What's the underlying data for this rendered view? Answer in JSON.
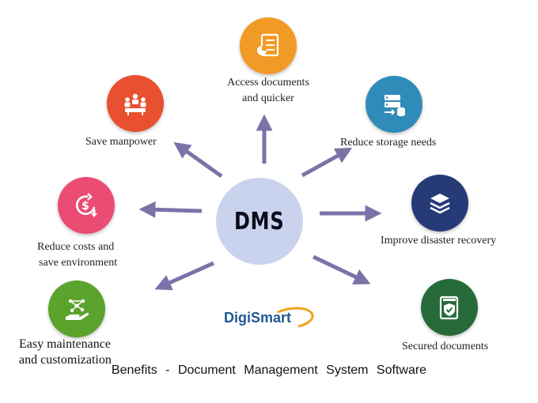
{
  "center": {
    "label": "DMS"
  },
  "benefits": [
    {
      "id": "access",
      "label_line1": "Access documents",
      "label_line2": "and quicker",
      "icon": "document-icon",
      "color": "#f29a26"
    },
    {
      "id": "storage",
      "label_line1": "Reduce storage needs",
      "icon": "storage-icon",
      "color": "#2f8cb8"
    },
    {
      "id": "disaster",
      "label_line1": "Improve disaster recovery",
      "icon": "layers-icon",
      "color": "#273a78"
    },
    {
      "id": "secured",
      "label_line1": "Secured documents",
      "icon": "shield-document-icon",
      "color": "#276a3a"
    },
    {
      "id": "maintenance",
      "label_line1": "Easy maintenance",
      "label_line2": "and customization",
      "icon": "hand-network-icon",
      "color": "#5aa32c"
    },
    {
      "id": "costs",
      "label_line1": "Reduce costs and",
      "label_line2": "save environment",
      "icon": "dollar-down-icon",
      "color": "#ea4c74"
    },
    {
      "id": "manpower",
      "label_line1": "Save manpower",
      "icon": "team-icon",
      "color": "#e8502f"
    }
  ],
  "logo": {
    "text": "DigiSmart"
  },
  "footer": {
    "title": "Benefits - Document Management System Software"
  },
  "arrow_color": "#7b73a8",
  "hub_color": "#c9d3ee"
}
